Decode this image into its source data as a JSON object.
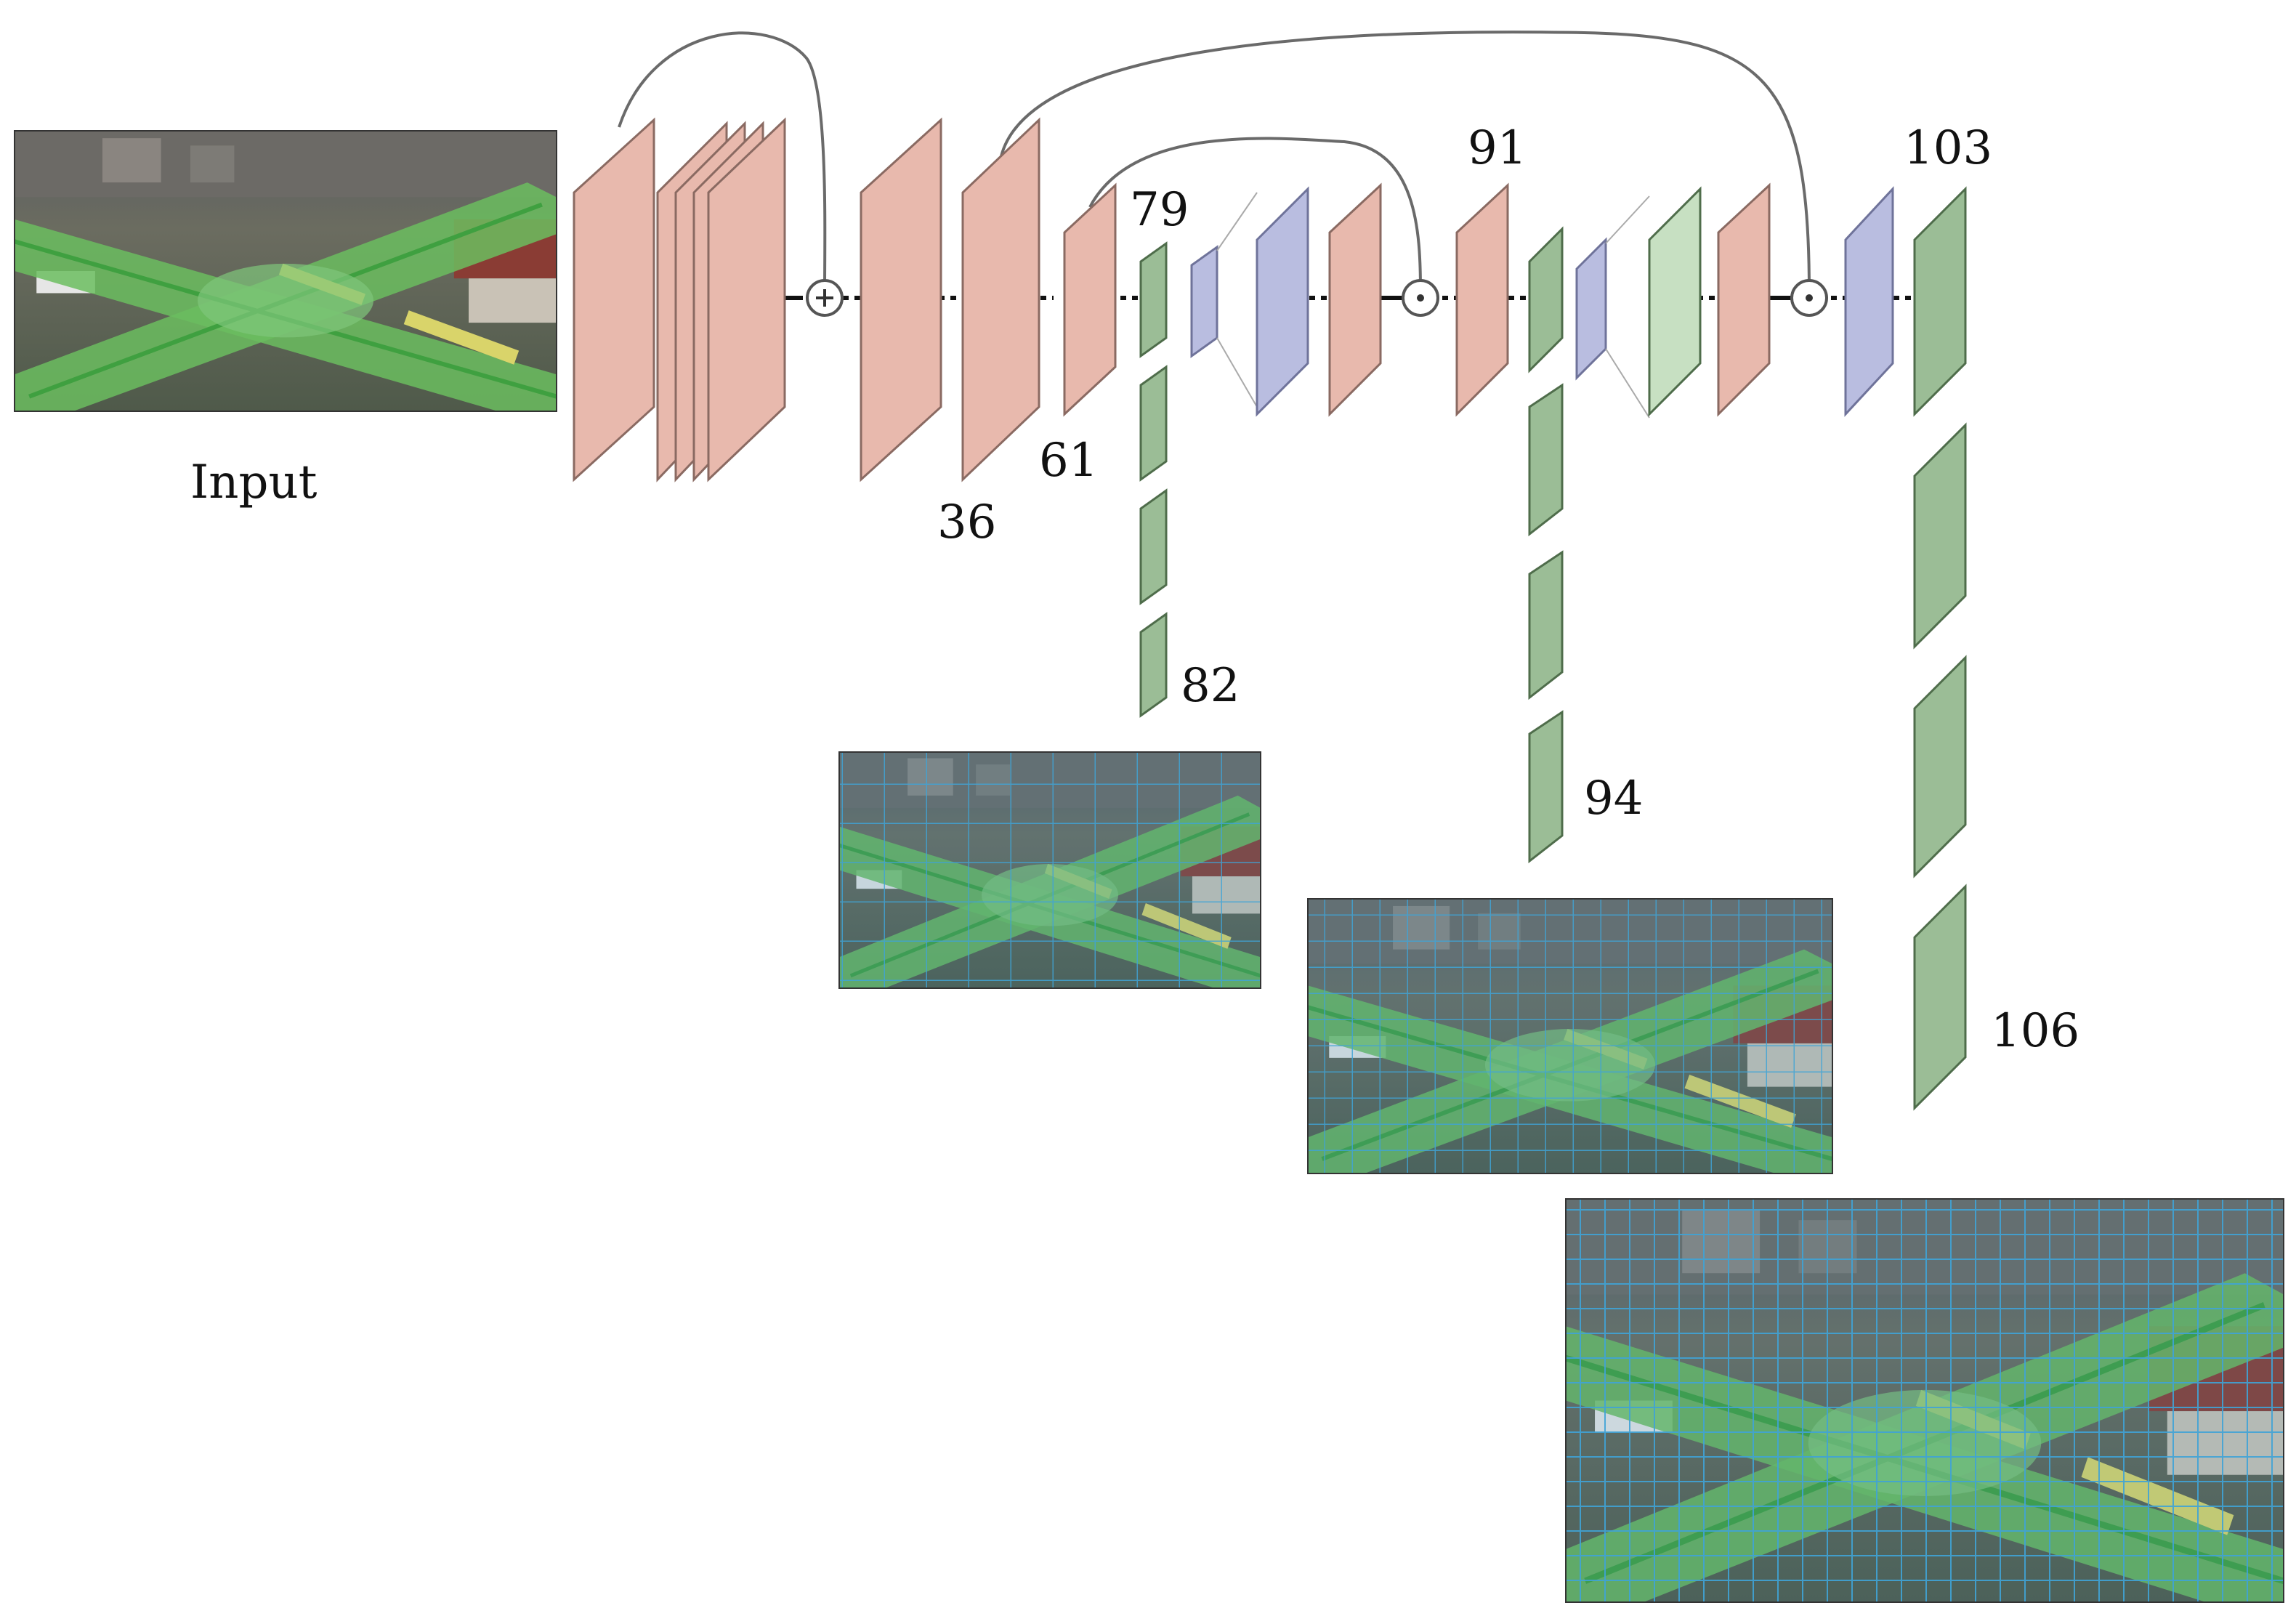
{
  "input_label": "Input",
  "layer_labels": {
    "l36": "36",
    "l61": "61",
    "l79": "79",
    "l82": "82",
    "l91": "91",
    "l94": "94",
    "l103": "103",
    "l106": "106"
  },
  "colors": {
    "conv": "#e8b9ad",
    "conv_stroke": "#8a6a62",
    "upsample": "#b9bde0",
    "upsample_stroke": "#6f739a",
    "detect": "#9bbd96",
    "detect_stroke": "#4f6d4b",
    "detect_light": "#c7e0c2",
    "grid": "#4aa6d8",
    "road": "#7fc67a",
    "arrow": "#666666"
  },
  "icons": [
    "add-circle-icon",
    "concat-circle-icon"
  ]
}
